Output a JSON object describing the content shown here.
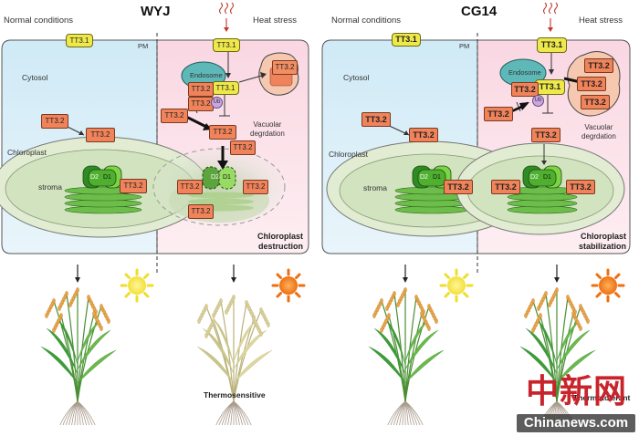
{
  "left_panel": {
    "title": "WYJ",
    "normal_conditions": "Normal conditions",
    "heat_stress": "Heat stress",
    "pm": "PM",
    "cytosol": "Cytosol",
    "chloroplast": "Chloroplast",
    "stroma": "stroma",
    "endosome": "Endosome",
    "ub": "Ub",
    "vacuolar": "Vacuolar\ndegrdation",
    "outcome": "Chloroplast\ndestruction",
    "d2": "D2",
    "d1": "D1",
    "tt31": "TT3.1",
    "tt32": "TT3.2",
    "plant_label": "Thermosensitive"
  },
  "right_panel": {
    "title": "CG14",
    "normal_conditions": "Normal conditions",
    "heat_stress": "Heat stress",
    "pm": "PM",
    "cytosol": "Cytosol",
    "chloroplast": "Chloroplast",
    "stroma": "stroma",
    "endosome": "Endosome",
    "ub": "Ub",
    "vacuolar": "Vacuolar\ndegrdation",
    "outcome": "Chloroplast\nstabilization",
    "d2": "D2",
    "d1": "D1",
    "tt31": "TT3.1",
    "tt32": "TT3.2",
    "plant_label": "Thermotolerant"
  },
  "watermark": {
    "chinese": "中新网",
    "site": "Chinanews.com"
  },
  "colors": {
    "cell_bg": "#d6eef6",
    "heat_bg": "#fbe3ea",
    "tt32": "#f0835a",
    "tt31": "#eee84a",
    "endosome": "#5fb8b8",
    "chloroplast_outer": "#d9e8c4",
    "sun_yellow": "#f3e94c",
    "sun_orange": "#ef7a1c",
    "watermark_red": "#c8242b"
  }
}
